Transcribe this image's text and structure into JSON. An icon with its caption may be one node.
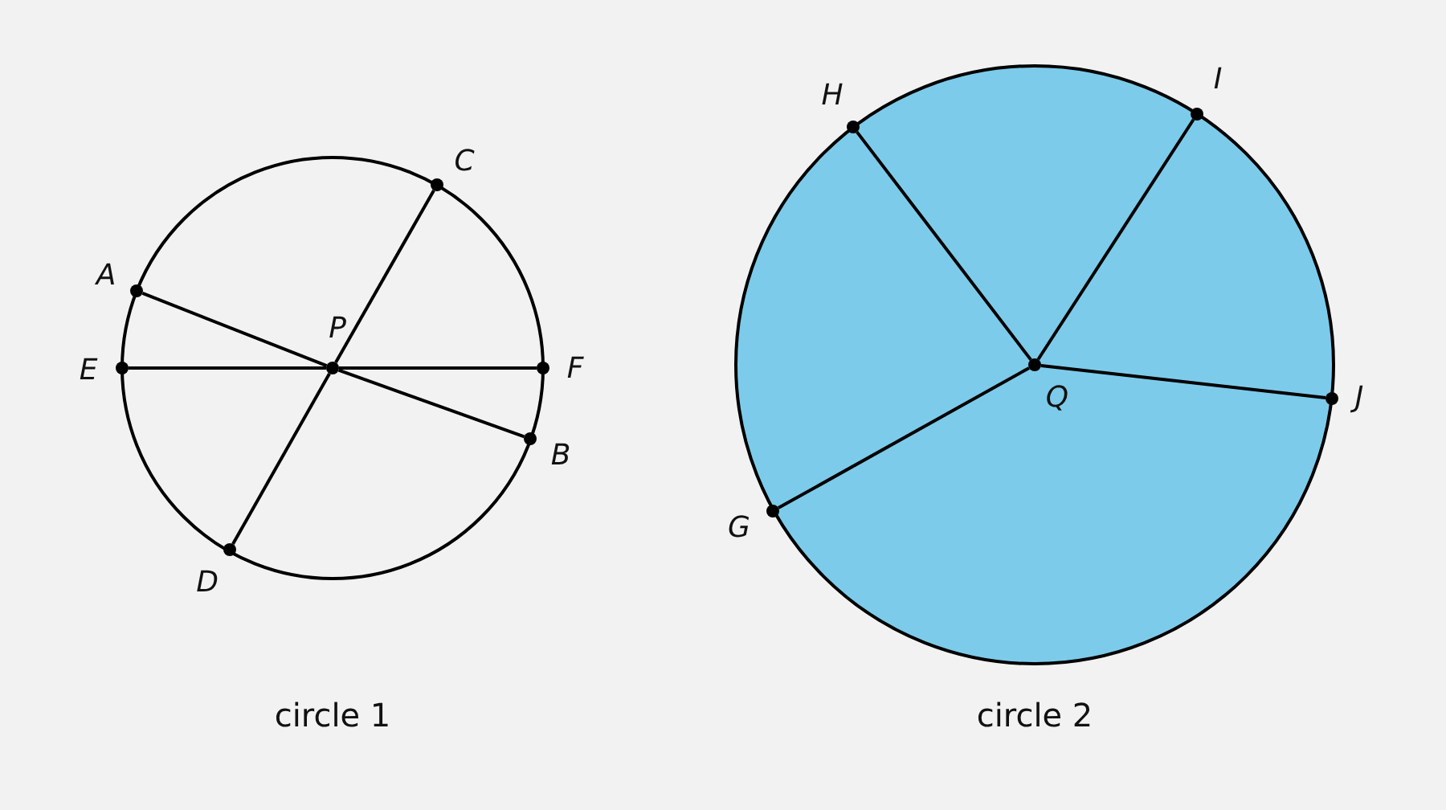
{
  "diagram": {
    "nodes": [
      {
        "text": [
          "circle 1"
        ]
      },
      {
        "text": [
          "C"
        ],
        "in": 0
      },
      {
        "text": [
          "A"
        ],
        "in": 0
      },
      {
        "text": [
          "P"
        ],
        "in": 0
      },
      {
        "text": [
          "E"
        ],
        "in": 0
      },
      {
        "text": [
          "F"
        ],
        "in": 0
      },
      {
        "text": [
          "B"
        ],
        "in": 0
      },
      {
        "text": [
          "D"
        ],
        "in": 0
      },
      {
        "text": [
          "circle 2"
        ]
      },
      {
        "text": [
          "H"
        ],
        "in": 8
      },
      {
        "text": [
          "I"
        ],
        "in": 8
      },
      {
        "text": [
          "Q"
        ],
        "in": 8
      },
      {
        "text": [
          "J"
        ],
        "in": 8
      },
      {
        "text": [
          "G"
        ],
        "in": 8
      }
    ],
    "edges": [
      {
        "from": 3,
        "to": 2,
        "arrow": "none"
      },
      {
        "from": 3,
        "to": 6,
        "arrow": "none"
      },
      {
        "from": 3,
        "to": 1,
        "arrow": "none"
      },
      {
        "from": 3,
        "to": 7,
        "arrow": "none"
      },
      {
        "from": 3,
        "to": 4,
        "arrow": "none"
      },
      {
        "from": 3,
        "to": 5,
        "arrow": "none"
      },
      {
        "from": 11,
        "to": 13,
        "arrow": "none"
      },
      {
        "from": 11,
        "to": 9,
        "arrow": "none"
      },
      {
        "from": 11,
        "to": 10,
        "arrow": "none"
      },
      {
        "from": 11,
        "to": 12,
        "arrow": "none"
      }
    ]
  }
}
